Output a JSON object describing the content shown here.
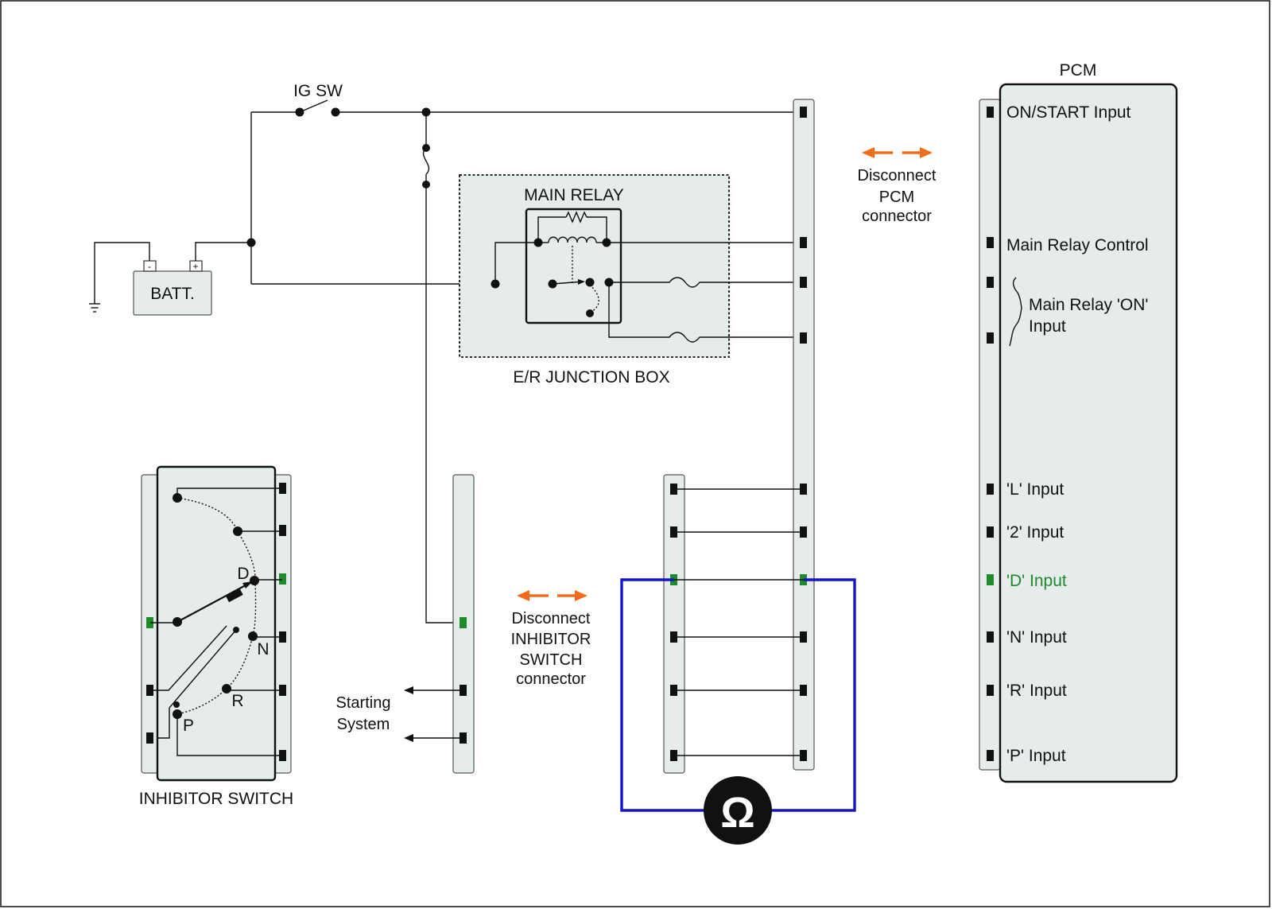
{
  "labels": {
    "ig_sw": "IG SW",
    "batt": "BATT.",
    "batt_neg": "-",
    "batt_pos": "+",
    "main_relay": "MAIN RELAY",
    "er_junction_box": "E/R JUNCTION BOX",
    "pcm": "PCM",
    "inhibitor_switch": "INHIBITOR SWITCH",
    "starting_system_1": "Starting",
    "starting_system_2": "System",
    "disconnect_pcm_1": "Disconnect",
    "disconnect_pcm_2": "PCM",
    "disconnect_pcm_3": "connector",
    "disconnect_inh_1": "Disconnect",
    "disconnect_inh_2": "INHIBITOR",
    "disconnect_inh_3": "SWITCH",
    "disconnect_inh_4": "connector",
    "ohmmeter": "Ω"
  },
  "pcm_inputs": {
    "on_start": "ON/START Input",
    "main_relay_control": "Main Relay Control",
    "main_relay_on_1": "Main Relay 'ON'",
    "main_relay_on_2": "Input",
    "l": "'L' Input",
    "two": "'2' Input",
    "d": "'D' Input",
    "n": "'N' Input",
    "r": "'R' Input",
    "p": "'P' Input"
  },
  "switch_positions": {
    "d": "D",
    "n": "N",
    "r": "R",
    "p": "P"
  },
  "colors": {
    "highlight": "#1e8a2c",
    "meter_lead": "#1414c8",
    "disconnect_arrow": "#f26a1b",
    "component_fill": "#e6ebec"
  }
}
